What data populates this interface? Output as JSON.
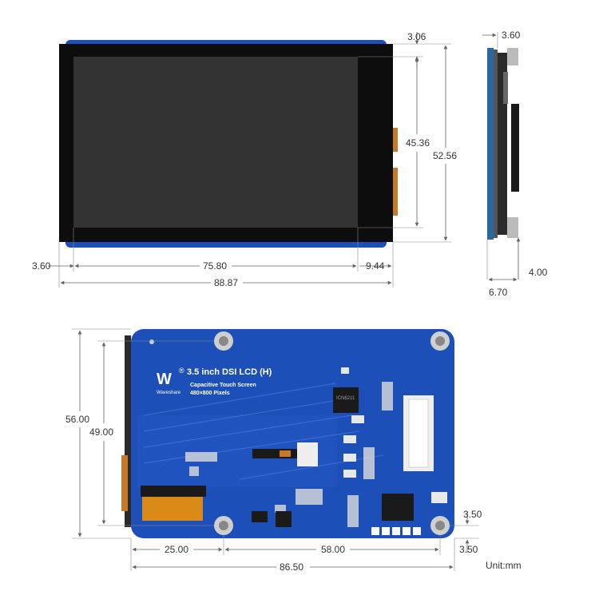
{
  "front_view": {
    "dim_top_gap": "3.06",
    "dim_active_height": "45.36",
    "dim_outer_height": "52.56",
    "dim_left_margin": "3.60",
    "dim_active_width": "75.80",
    "dim_right_margin": "9.44",
    "dim_total_width": "88.87"
  },
  "side_view": {
    "dim_top": "3.60",
    "dim_bottom": "4.00",
    "dim_thickness": "6.70"
  },
  "back_view": {
    "title": "3.5 inch DSI LCD (H)",
    "subtitle": "Capacitive Touch Screen",
    "resolution": "480×800 Pixels",
    "brand": "Waveshare",
    "ic_label": "ICN6211",
    "dim_board_height": "56.00",
    "dim_hole_height": "49.00",
    "dim_hole_offset_x": "25.00",
    "dim_hole_spacing_x": "58.00",
    "dim_board_width": "86.50",
    "dim_hole_edge_top": "3.50",
    "dim_hole_edge_bottom": "3.50"
  },
  "unit": "Unit:mm",
  "colors": {
    "pcb": "#1d4fb8",
    "bezel": "#0d0d0d",
    "panel": "#333333",
    "fpc": "#d98a17"
  }
}
